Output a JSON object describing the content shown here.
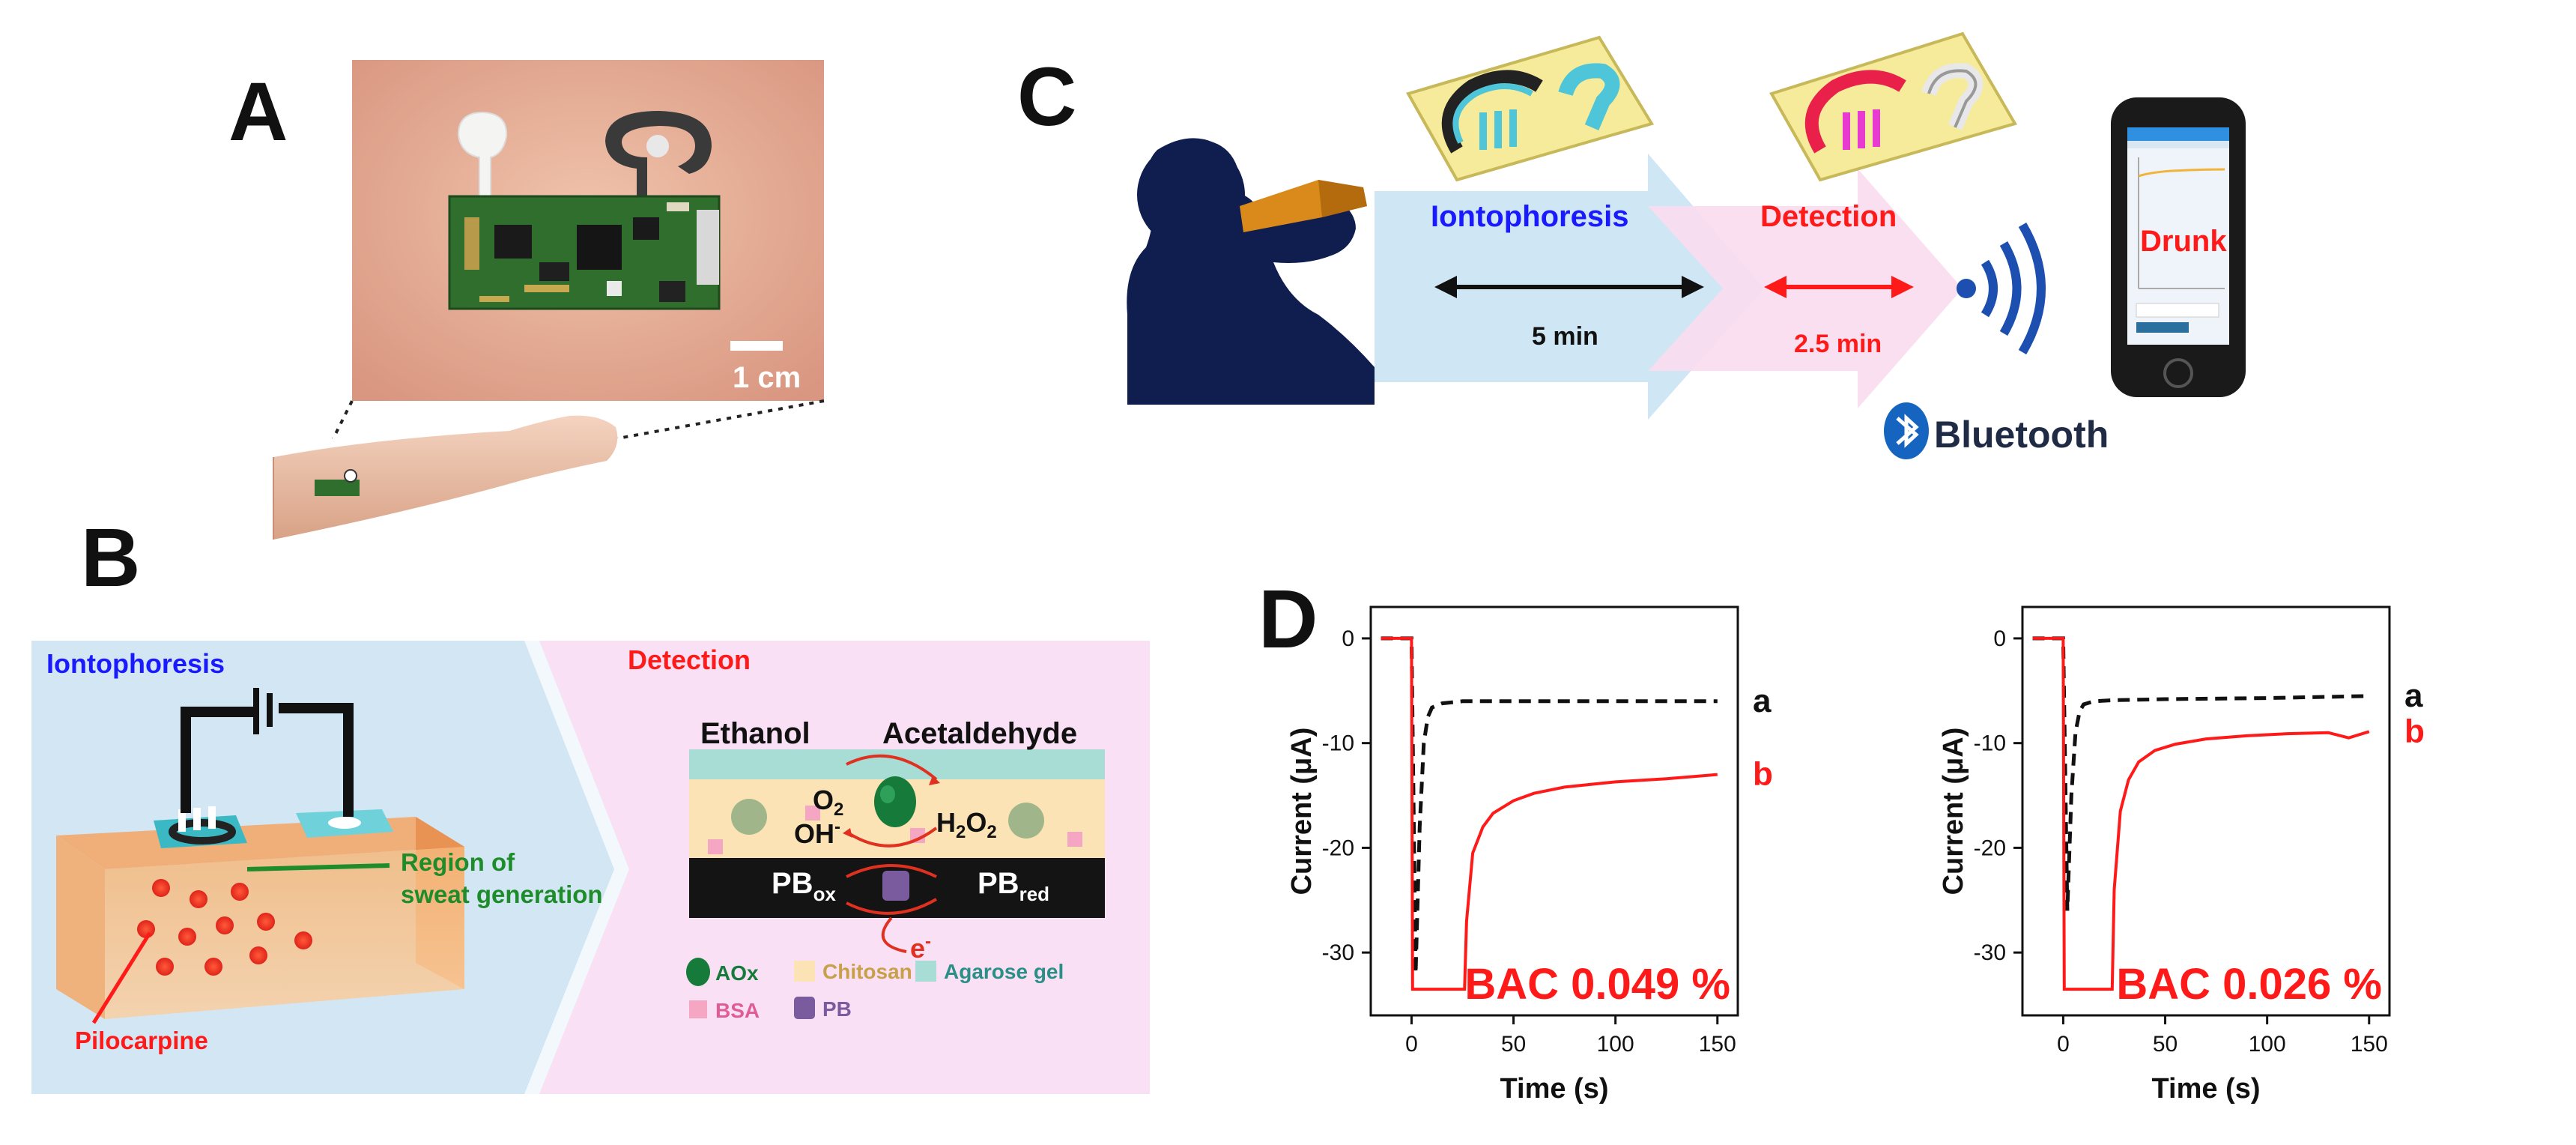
{
  "panel_labels": {
    "a": "A",
    "b": "B",
    "c": "C",
    "d": "D"
  },
  "panel_a": {
    "scale_bar": "1 cm"
  },
  "panel_b": {
    "iontophoresis": "Iontophoresis",
    "detection": "Detection",
    "region_line1": "Region of",
    "region_line2": "sweat generation",
    "pilocarpine": "Pilocarpine",
    "ethanol": "Ethanol",
    "acetaldehyde": "Acetaldehyde",
    "o2": "O",
    "o2_sub": "2",
    "oh": "OH",
    "oh_sup": "-",
    "h2o2_h": "H",
    "h2o2_sub1": "2",
    "h2o2_o": "O",
    "h2o2_sub2": "2",
    "pb": "PB",
    "pbox_sub": "ox",
    "pbred_sub": "red",
    "electron": "e",
    "electron_sup": "-",
    "legend": {
      "aox": "AOx",
      "chitosan": "Chitosan",
      "agarose": "Agarose gel",
      "bsa": "BSA",
      "pb": "PB"
    }
  },
  "panel_c": {
    "iontophoresis": "Iontophoresis",
    "detection": "Detection",
    "time1": "5 min",
    "time2": "2.5 min",
    "bluetooth": "Bluetooth",
    "phone_result": "Drunk"
  },
  "colors": {
    "iontophoresis_text": "#1a1aff",
    "detection_text": "#ff1a1a",
    "curve_b": "#ff1a1a",
    "curve_a": "#111111",
    "region_text": "#1e8c2a",
    "silhouette": "#0f1d4f"
  },
  "chart_data": [
    {
      "type": "line",
      "xlabel": "Time (s)",
      "ylabel": "Current (μA)",
      "xlim": [
        -20,
        160
      ],
      "ylim": [
        -36,
        3
      ],
      "xticks": [
        0,
        50,
        100,
        150
      ],
      "yticks": [
        0,
        -10,
        -20,
        -30
      ],
      "annotation": "BAC 0.049 %",
      "series": [
        {
          "name": "a",
          "style": "dashed",
          "x": [
            -15,
            0,
            2,
            4,
            6,
            8,
            10,
            15,
            25,
            50,
            100,
            150
          ],
          "y": [
            0,
            0,
            -32,
            -18,
            -10,
            -7.5,
            -6.6,
            -6.2,
            -6,
            -6,
            -6,
            -6
          ]
        },
        {
          "name": "b",
          "style": "solid",
          "x": [
            -15,
            0,
            0.5,
            26,
            27,
            30,
            35,
            40,
            50,
            60,
            75,
            100,
            125,
            150
          ],
          "y": [
            0,
            0,
            -33.5,
            -33.5,
            -27,
            -20.5,
            -18,
            -16.7,
            -15.5,
            -14.8,
            -14.2,
            -13.7,
            -13.4,
            -13
          ]
        }
      ]
    },
    {
      "type": "line",
      "xlabel": "Time (s)",
      "ylabel": "Current (μA)",
      "xlim": [
        -20,
        160
      ],
      "ylim": [
        -36,
        3
      ],
      "xticks": [
        0,
        50,
        100,
        150
      ],
      "yticks": [
        0,
        -10,
        -20,
        -30
      ],
      "annotation": "BAC 0.026 %",
      "series": [
        {
          "name": "a",
          "style": "dashed",
          "x": [
            -15,
            0,
            2,
            4,
            6,
            8,
            10,
            15,
            25,
            50,
            100,
            150
          ],
          "y": [
            0,
            0,
            -26,
            -15,
            -9,
            -7,
            -6.3,
            -6,
            -5.9,
            -5.8,
            -5.7,
            -5.5
          ]
        },
        {
          "name": "b",
          "style": "solid",
          "x": [
            -15,
            0,
            0.5,
            24,
            25,
            28,
            32,
            37,
            45,
            55,
            70,
            90,
            110,
            130,
            140,
            145,
            150
          ],
          "y": [
            0,
            0,
            -33.5,
            -33.5,
            -24,
            -16.5,
            -13.5,
            -11.8,
            -10.7,
            -10.1,
            -9.6,
            -9.3,
            -9.1,
            -9,
            -9.5,
            -9.2,
            -8.9
          ]
        }
      ]
    }
  ]
}
